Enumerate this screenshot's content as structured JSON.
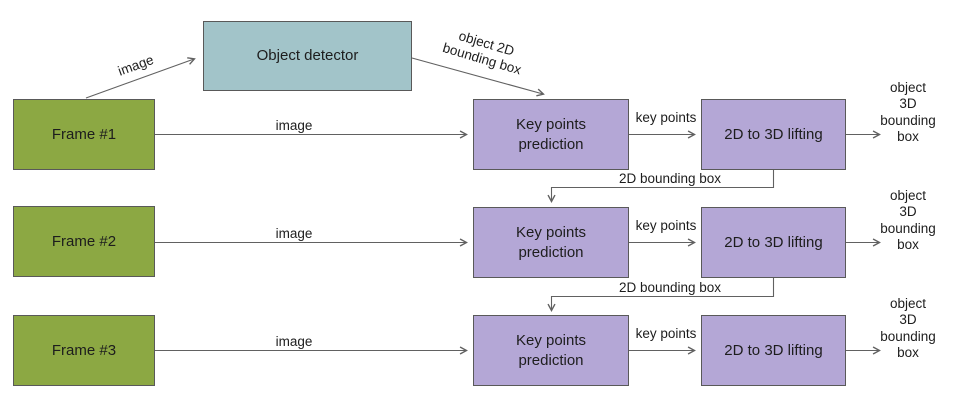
{
  "diagram": {
    "detector_label": "Object detector",
    "edge_labels": {
      "image_to_detector": "image",
      "detector_output": "object 2D\nbounding box",
      "bbox_2d_row1": "2D bounding box",
      "bbox_2d_row2": "2D bounding box"
    },
    "rows": [
      {
        "frame_label": "Frame #1",
        "image_label": "image",
        "keypoints_label": "Key points\nprediction",
        "keypoints_out_label": "key points",
        "lifting_label": "2D to 3D lifting",
        "output_label": "object 3D\nbounding box"
      },
      {
        "frame_label": "Frame #2",
        "image_label": "image",
        "keypoints_label": "Key points\nprediction",
        "keypoints_out_label": "key points",
        "lifting_label": "2D to 3D lifting",
        "output_label": "object 3D\nbounding box"
      },
      {
        "frame_label": "Frame #3",
        "image_label": "image",
        "keypoints_label": "Key points\nprediction",
        "keypoints_out_label": "key points",
        "lifting_label": "2D to 3D lifting",
        "output_label": "object 3D\nbounding box"
      }
    ],
    "colors": {
      "frame_fill": "#8CA843",
      "detector_fill": "#A2C4C9",
      "process_fill": "#B4A7D6",
      "box_stroke": "#595959",
      "line": "#616161",
      "text": "#1D1D1D"
    }
  }
}
